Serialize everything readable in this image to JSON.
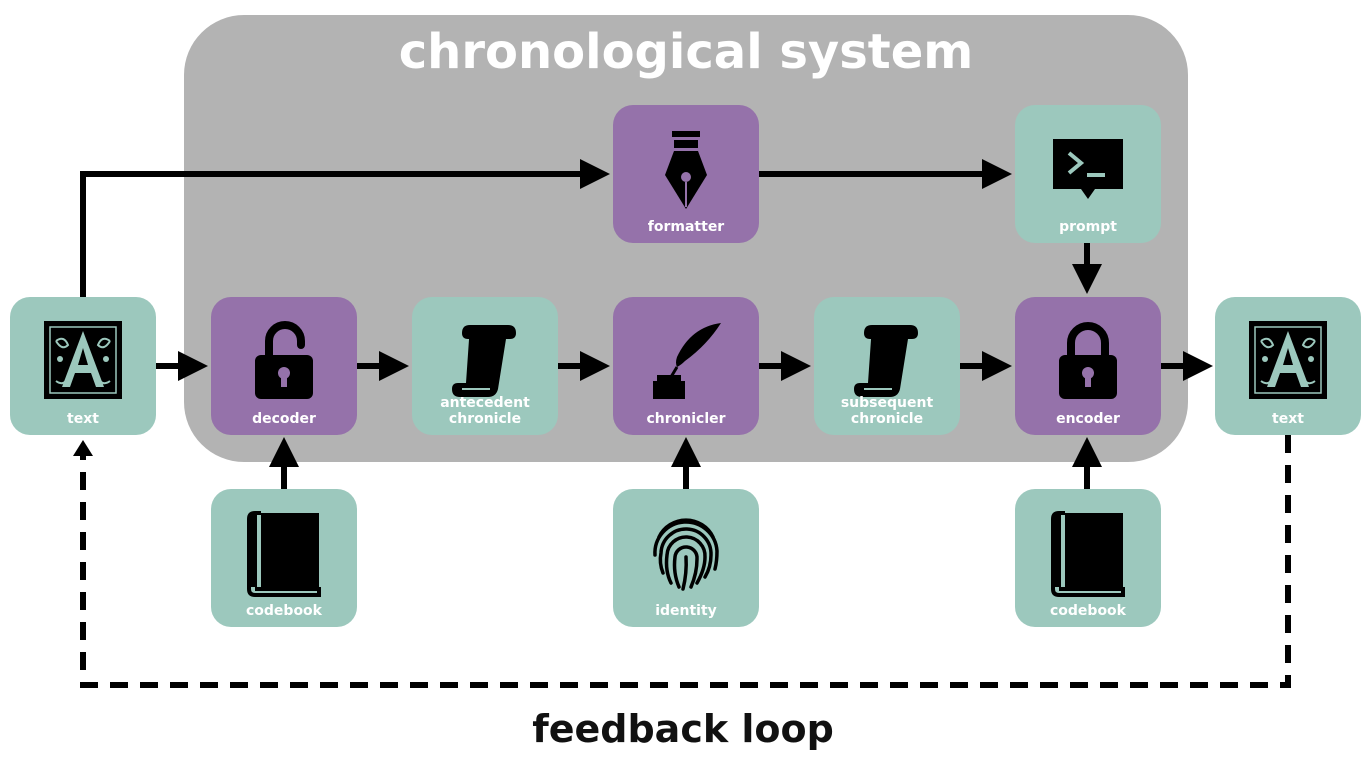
{
  "title": "chronological system",
  "footer": "feedback loop",
  "colors": {
    "panel": "#b3b3b3",
    "teal": "#9cc8bd",
    "purple": "#9572aa",
    "line": "#000000"
  },
  "nodes": {
    "text_in": {
      "label": "text",
      "icon": "illuminated-letter-icon"
    },
    "decoder": {
      "label": "decoder",
      "icon": "unlock-icon"
    },
    "antecedent": {
      "label": "antecedent\nchronicle",
      "icon": "scroll-icon"
    },
    "chronicler": {
      "label": "chronicler",
      "icon": "quill-inkwell-icon"
    },
    "subsequent": {
      "label": "subsequent\nchronicle",
      "icon": "scroll-icon"
    },
    "encoder": {
      "label": "encoder",
      "icon": "lock-icon"
    },
    "text_out": {
      "label": "text",
      "icon": "illuminated-letter-icon"
    },
    "formatter": {
      "label": "formatter",
      "icon": "fountain-pen-nib-icon"
    },
    "prompt": {
      "label": "prompt",
      "icon": "terminal-prompt-icon"
    },
    "codebook_1": {
      "label": "codebook",
      "icon": "book-icon"
    },
    "identity": {
      "label": "identity",
      "icon": "fingerprint-icon"
    },
    "codebook_2": {
      "label": "codebook",
      "icon": "book-icon"
    }
  }
}
